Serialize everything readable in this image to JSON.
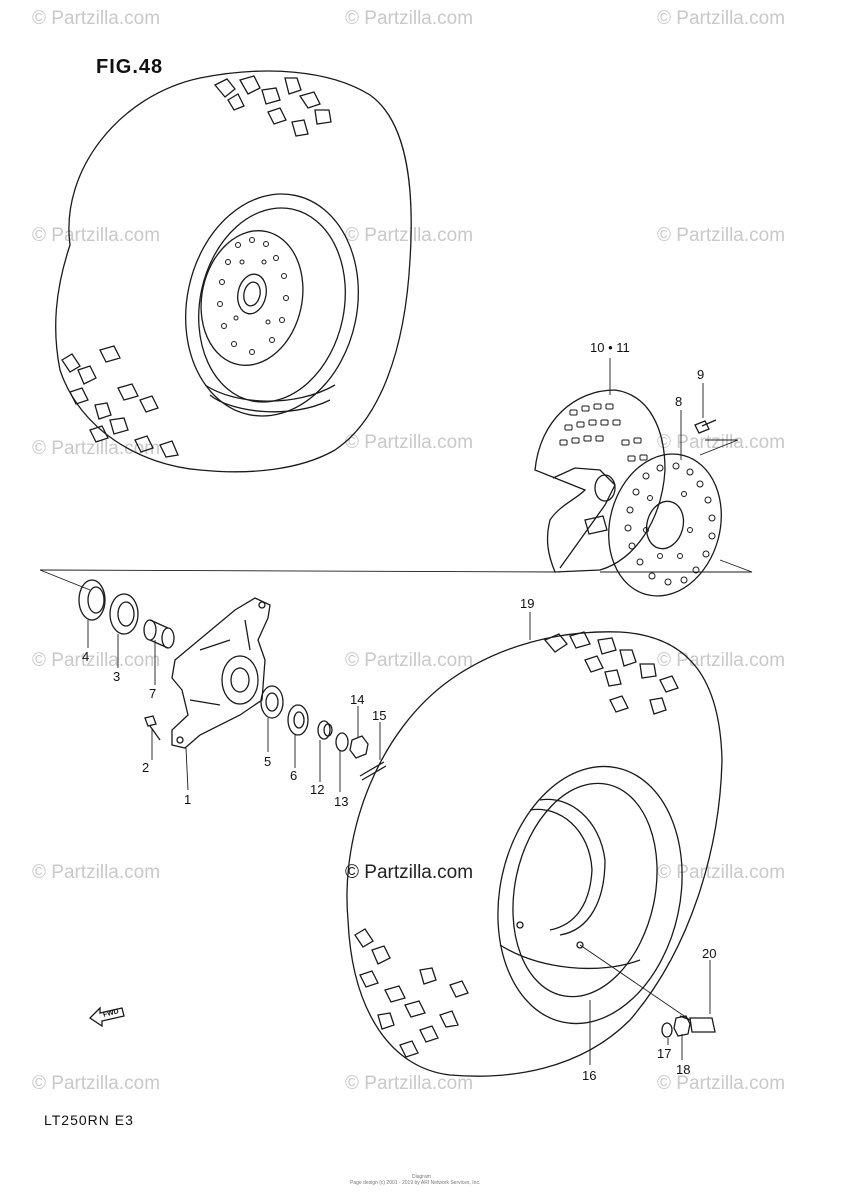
{
  "figure": {
    "title": "FIG.48",
    "model": "LT250RN  E3",
    "fwd_label": "FWD"
  },
  "watermark": {
    "text": "© Partzilla.com",
    "center_text": "© Partzilla.com"
  },
  "callouts": {
    "c1": "1",
    "c2": "2",
    "c3": "3",
    "c4": "4",
    "c5": "5",
    "c6": "6",
    "c7": "7",
    "c8": "8",
    "c9": "9",
    "c10_11": "10 • 11",
    "c12": "12",
    "c13": "13",
    "c14": "14",
    "c15": "15",
    "c16": "16",
    "c17": "17",
    "c18": "18",
    "c19": "19",
    "c20": "20"
  },
  "footer": {
    "line1": "Diagram",
    "line2": "Page design (c) 2001 - 2019 by ARI Network Services, Inc."
  }
}
